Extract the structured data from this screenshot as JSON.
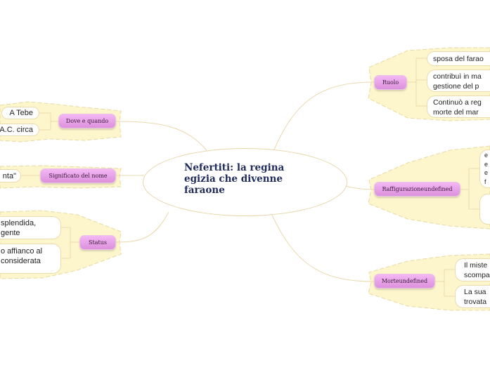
{
  "center": {
    "title": "Nefertiti: la regina egizia che divenne faraone"
  },
  "colors": {
    "cloud": "#fdf6cc",
    "cloud_border": "#e8d9a0",
    "pill": "#e6a2e6",
    "link": "#ead9ad"
  },
  "left_branches": [
    {
      "label": "Dove e quando",
      "children": [
        [
          "A Tebe"
        ],
        [
          "A.C. circa"
        ]
      ]
    },
    {
      "label": "Significato del nome",
      "children": [
        [
          "nta\""
        ]
      ]
    },
    {
      "label": "Status",
      "children": [
        [
          "splendida,",
          "gente"
        ],
        [
          "o affianco al",
          "considerata"
        ]
      ]
    }
  ],
  "right_branches": [
    {
      "label": "Ruolo",
      "children": [
        [
          "sposa del farao"
        ],
        [
          "contribuì in ma",
          "gestione del p"
        ],
        [
          "Continuò a reg",
          "morte del mar"
        ]
      ]
    },
    {
      "label": "Raffigurazioneundefined",
      "children": [
        [
          "e",
          "e",
          "e",
          "f"
        ],
        [
          ""
        ]
      ]
    },
    {
      "label": "Morteundefined",
      "children": [
        [
          "Il miste",
          "scompa"
        ],
        [
          "La sua",
          "trovata"
        ]
      ]
    }
  ]
}
